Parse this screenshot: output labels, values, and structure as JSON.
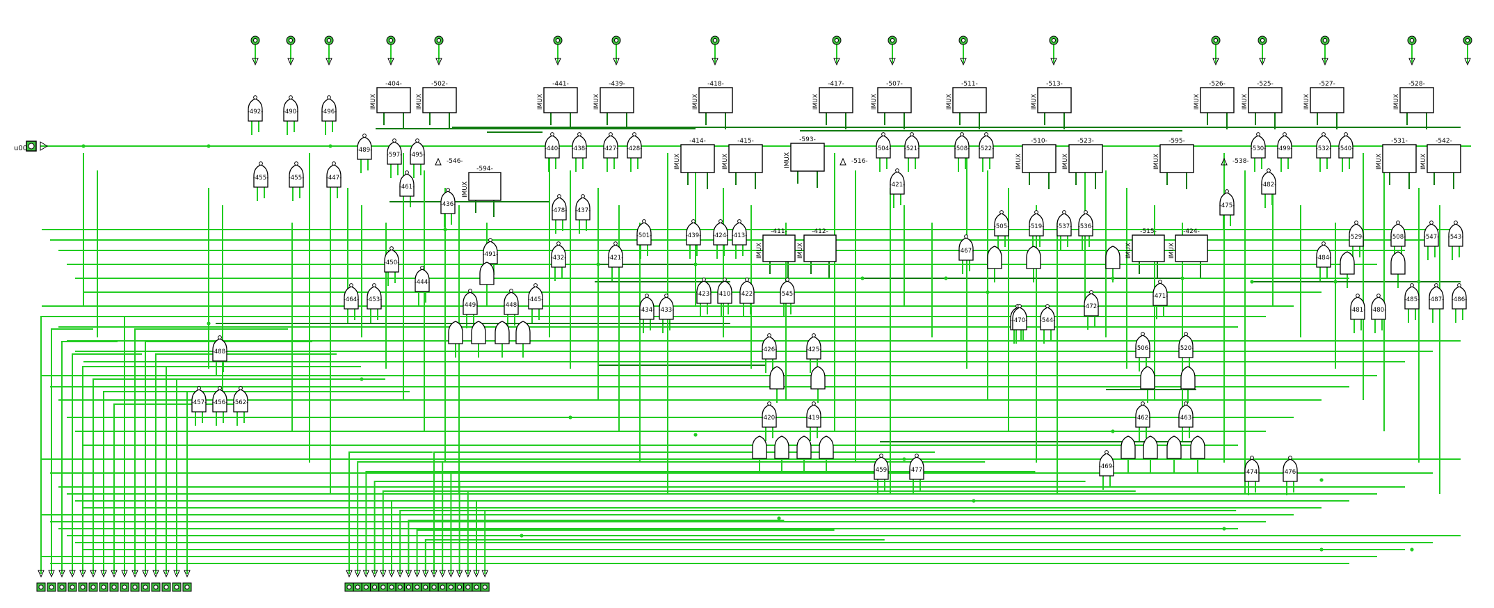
{
  "circuit": {
    "colors": {
      "wire": "#22cc22",
      "wire_dark": "#0f7a0f",
      "gate_stroke": "#000000",
      "pin_fill": "#3fbf3f",
      "background": "#ffffff"
    },
    "input_pin": {
      "label": "u00"
    },
    "mux_prefix": "IMUX",
    "muxes": [
      "-404-",
      "-502-",
      "-594-",
      "-441-",
      "-439-",
      "-418-",
      "-414-",
      "-415-",
      "-417-",
      "-593-",
      "-411-",
      "-412-",
      "-507-",
      "-511-",
      "-513-",
      "-510-",
      "-523-",
      "-595-",
      "-515-",
      "-424-",
      "-526-",
      "-525-",
      "-527-",
      "-528-",
      "-531-",
      "-542-"
    ],
    "side_labels": [
      "-546-",
      "-516-",
      "-538-"
    ],
    "gates": [
      "492",
      "490",
      "496",
      "455",
      "455",
      "447",
      "489",
      "597",
      "495",
      "461",
      "436",
      "450",
      "464",
      "453",
      "444",
      "491",
      "449",
      "448",
      "445",
      "488",
      "457",
      "456",
      "562",
      "440",
      "438",
      "478",
      "437",
      "432",
      "427",
      "428",
      "501",
      "439",
      "424",
      "413",
      "421",
      "434",
      "433",
      "423",
      "410",
      "422",
      "545",
      "426",
      "425",
      "420",
      "419",
      "504",
      "521",
      "421",
      "459",
      "477",
      "508",
      "522",
      "505",
      "519",
      "537",
      "536",
      "467",
      "464",
      "544",
      "470",
      "472",
      "471",
      "506",
      "520",
      "462",
      "463",
      "469",
      "530",
      "499",
      "482",
      "475",
      "532",
      "540",
      "529",
      "508",
      "547",
      "543",
      "484",
      "481",
      "480",
      "485",
      "487",
      "486",
      "474",
      "476"
    ]
  }
}
